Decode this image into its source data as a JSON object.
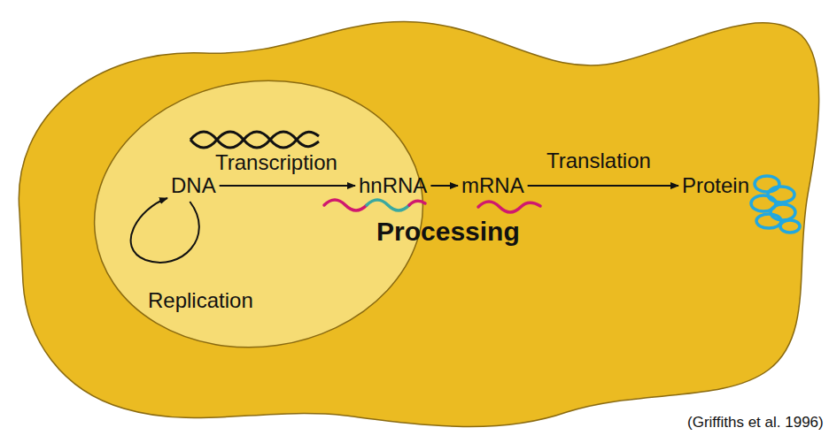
{
  "diagram": {
    "nodes": [
      {
        "text": [
          "DNA"
        ]
      },
      {
        "text": [
          "hnRNA"
        ]
      },
      {
        "text": [
          "mRNA"
        ]
      },
      {
        "text": [
          "Protein"
        ]
      }
    ],
    "edges": [
      {
        "from": 0,
        "to": 1,
        "label": "Transcription",
        "arrow": "to"
      },
      {
        "from": 1,
        "to": 2,
        "arrow": "to"
      },
      {
        "from": 2,
        "to": 3,
        "label": "Translation",
        "arrow": "to"
      },
      {
        "from": 0,
        "to": 0,
        "label": "Replication",
        "arrow": "to"
      }
    ],
    "labels": [
      "Processing",
      "(Griffiths et al. 1996)"
    ]
  }
}
